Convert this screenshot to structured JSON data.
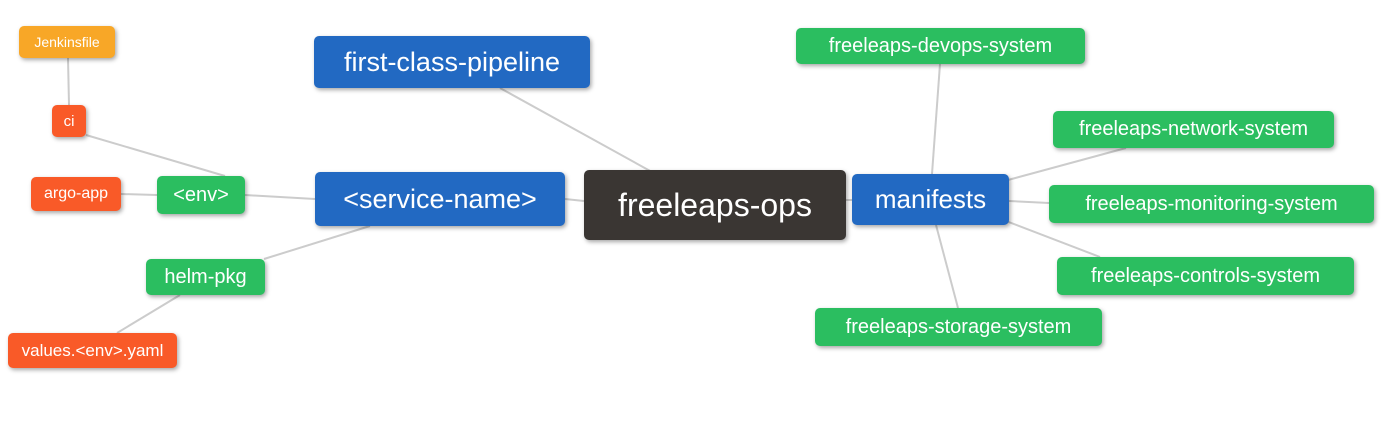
{
  "diagram": {
    "type": "mindmap",
    "root_id": "root",
    "colors": {
      "root_bg": "#3A3633",
      "branch_blue": "#2269C2",
      "leaf_green": "#2BBE60",
      "leaf_orange": "#F8A727",
      "leaf_red": "#F95A28",
      "edge_line": "#cccccc",
      "text": "#ffffff",
      "background": "#ffffff"
    },
    "nodes": {
      "root": {
        "label": "freeleaps-ops",
        "color": "#3A3633"
      },
      "first_class_pipeline": {
        "label": "first-class-pipeline",
        "color": "#2269C2"
      },
      "service_name": {
        "label": "<service-name>",
        "color": "#2269C2"
      },
      "manifests": {
        "label": "manifests",
        "color": "#2269C2"
      },
      "env": {
        "label": "<env>",
        "color": "#2BBE60"
      },
      "helm_pkg": {
        "label": "helm-pkg",
        "color": "#2BBE60"
      },
      "ci": {
        "label": "ci",
        "color": "#F95A28"
      },
      "argo_app": {
        "label": "argo-app",
        "color": "#F95A28"
      },
      "jenkinsfile": {
        "label": "Jenkinsfile",
        "color": "#F8A727"
      },
      "values_env_yaml": {
        "label": "values.<env>.yaml",
        "color": "#F95A28"
      },
      "devops_system": {
        "label": "freeleaps-devops-system",
        "color": "#2BBE60"
      },
      "network_system": {
        "label": "freeleaps-network-system",
        "color": "#2BBE60"
      },
      "monitoring_system": {
        "label": "freeleaps-monitoring-system",
        "color": "#2BBE60"
      },
      "controls_system": {
        "label": "freeleaps-controls-system",
        "color": "#2BBE60"
      },
      "storage_system": {
        "label": "freeleaps-storage-system",
        "color": "#2BBE60"
      }
    },
    "edges": [
      {
        "from": "root",
        "to": "first_class_pipeline"
      },
      {
        "from": "root",
        "to": "service_name"
      },
      {
        "from": "root",
        "to": "manifests"
      },
      {
        "from": "service_name",
        "to": "env"
      },
      {
        "from": "service_name",
        "to": "helm_pkg"
      },
      {
        "from": "env",
        "to": "ci"
      },
      {
        "from": "env",
        "to": "argo_app"
      },
      {
        "from": "ci",
        "to": "jenkinsfile"
      },
      {
        "from": "helm_pkg",
        "to": "values_env_yaml"
      },
      {
        "from": "manifests",
        "to": "devops_system"
      },
      {
        "from": "manifests",
        "to": "network_system"
      },
      {
        "from": "manifests",
        "to": "monitoring_system"
      },
      {
        "from": "manifests",
        "to": "controls_system"
      },
      {
        "from": "manifests",
        "to": "storage_system"
      }
    ]
  }
}
